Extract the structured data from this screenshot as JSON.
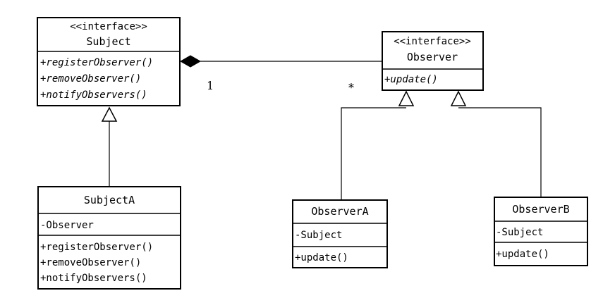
{
  "classes": {
    "subject": {
      "stereotype": "<<interface>>",
      "name": "Subject",
      "methods": [
        "+registerObserver()",
        "+removeObserver()",
        "+notifyObservers()"
      ]
    },
    "observer": {
      "stereotype": "<<interface>>",
      "name": "Observer",
      "methods": [
        "+update()"
      ]
    },
    "subject_a": {
      "name": "SubjectA",
      "attributes": [
        "-Observer"
      ],
      "methods": [
        "+registerObserver()",
        "+removeObserver()",
        "+notifyObservers()"
      ]
    },
    "observer_a": {
      "name": "ObserverA",
      "attributes": [
        "-Subject"
      ],
      "methods": [
        "+update()"
      ]
    },
    "observer_b": {
      "name": "ObserverB",
      "attributes": [
        "-Subject"
      ],
      "methods": [
        "+update()"
      ]
    }
  },
  "associations": {
    "composition": {
      "source_multiplicity": "1",
      "target_multiplicity": "*"
    }
  }
}
